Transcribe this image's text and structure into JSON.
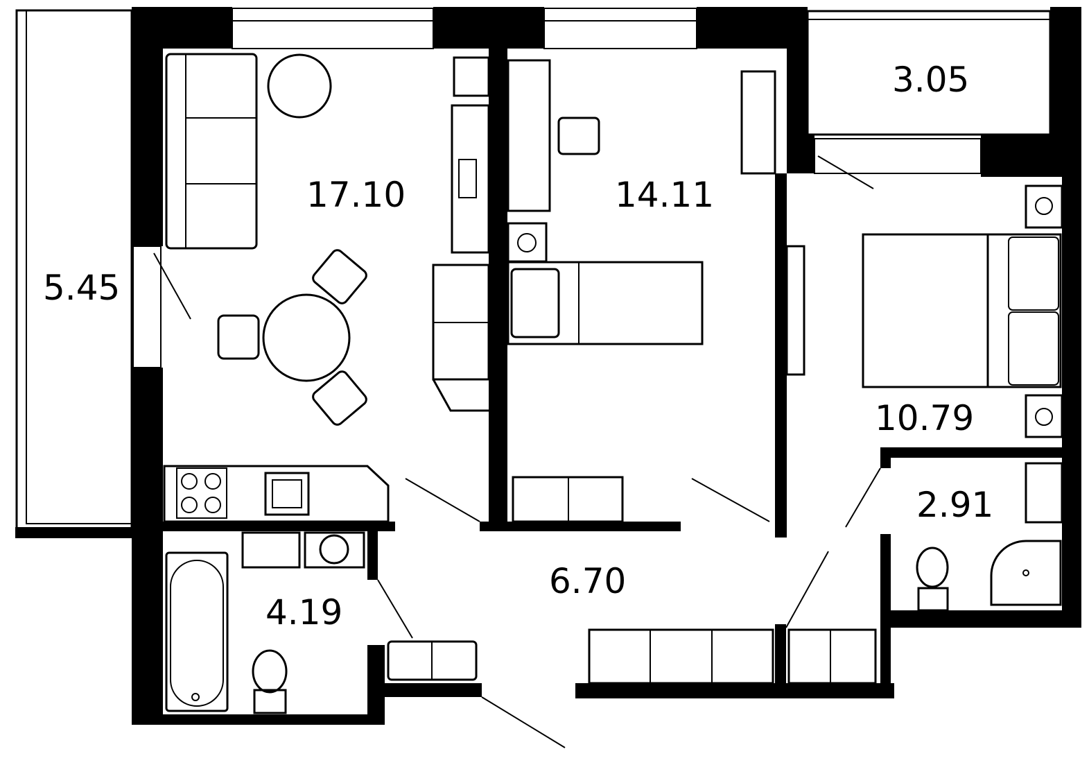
{
  "plan": {
    "rooms": [
      {
        "name": "living-kitchen",
        "area": "17.10"
      },
      {
        "name": "bedroom-1",
        "area": "14.11"
      },
      {
        "name": "balcony-top",
        "area": "3.05"
      },
      {
        "name": "balcony-left",
        "area": "5.45"
      },
      {
        "name": "bedroom-2",
        "area": "10.79"
      },
      {
        "name": "bathroom-small",
        "area": "2.91"
      },
      {
        "name": "hallway",
        "area": "6.70"
      },
      {
        "name": "bathroom",
        "area": "4.19"
      }
    ],
    "colors": {
      "wall": "#000000",
      "background": "#ffffff"
    }
  }
}
